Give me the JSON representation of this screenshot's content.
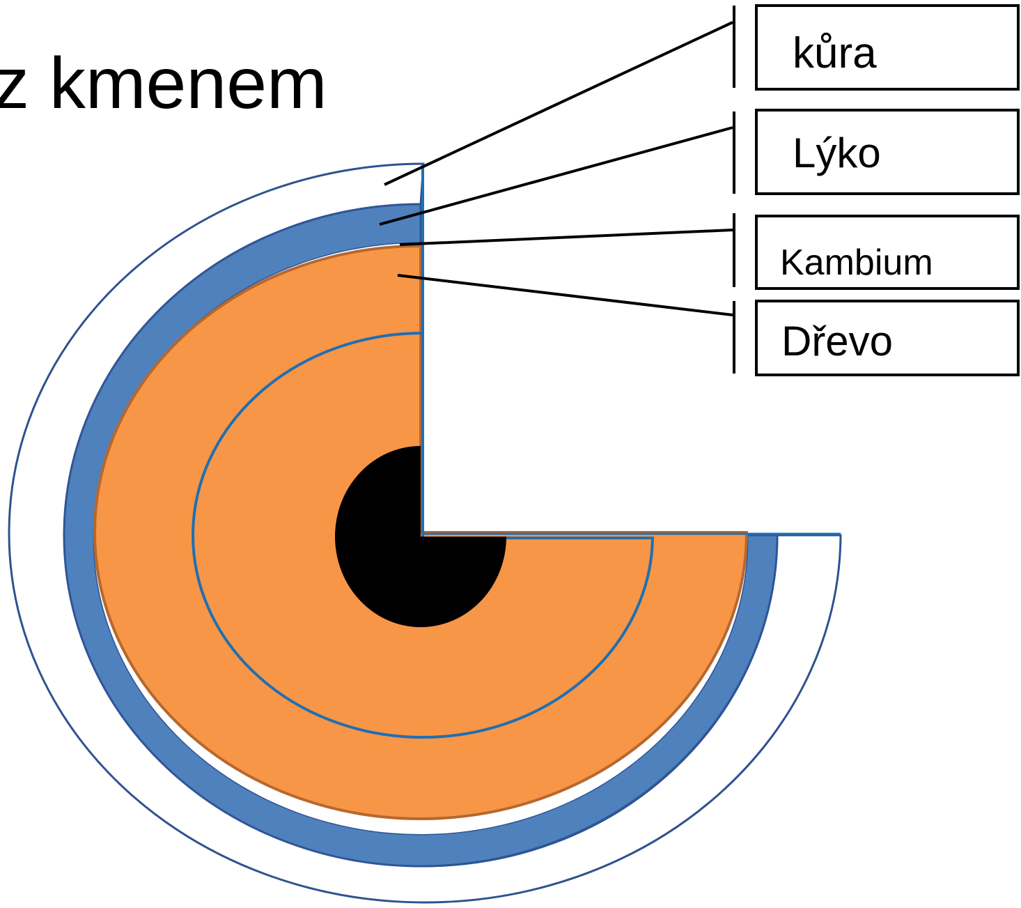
{
  "title": "z kmenem",
  "labels": {
    "kura": "kůra",
    "lyko": "Lýko",
    "kambium": "Kambium",
    "drevo": "Dřevo"
  },
  "colors": {
    "kura_fill": "#ffffff",
    "kura_stroke": "#2f528f",
    "lyko_fill": "#4f81bd",
    "lyko_stroke": "#2f5597",
    "drevo_fill": "#f79646",
    "drevo_stroke": "#b7672e",
    "ring_stroke": "#1f6fb2",
    "core_fill": "#000000"
  }
}
